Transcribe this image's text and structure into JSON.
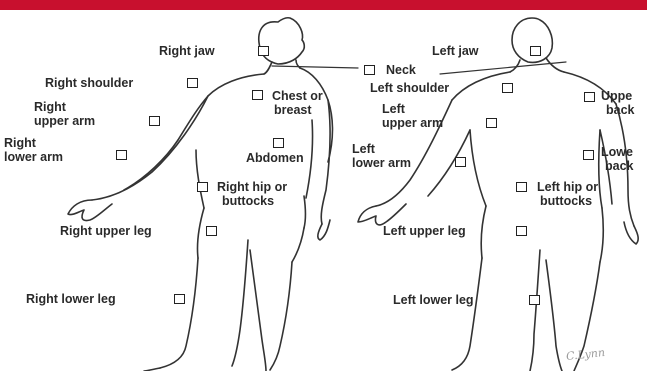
{
  "banner": {
    "color": "#c8102e"
  },
  "labels": {
    "right_jaw": "Right jaw",
    "left_jaw": "Left jaw",
    "neck": "Neck",
    "right_shoulder": "Right shoulder",
    "left_shoulder": "Left shoulder",
    "right_upper_arm_1": "Right",
    "right_upper_arm_2": "upper arm",
    "left_upper_arm_1": "Left",
    "left_upper_arm_2": "upper arm",
    "chest_1": "Chest or",
    "chest_2": "breast",
    "upper_back_1": "Uppe",
    "upper_back_2": "back",
    "right_lower_arm_1": "Right",
    "right_lower_arm_2": "lower arm",
    "left_lower_arm_1": "Left",
    "left_lower_arm_2": "lower arm",
    "abdomen": "Abdomen",
    "lower_back_1": "Lowe",
    "lower_back_2": "back",
    "right_hip_1": "Right hip or",
    "right_hip_2": "buttocks",
    "left_hip_1": "Left hip or",
    "left_hip_2": "buttocks",
    "right_upper_leg": "Right upper leg",
    "left_upper_leg": "Left upper leg",
    "right_lower_leg": "Right lower leg",
    "left_lower_leg": "Left lower leg"
  },
  "signature": "C.Lynn"
}
